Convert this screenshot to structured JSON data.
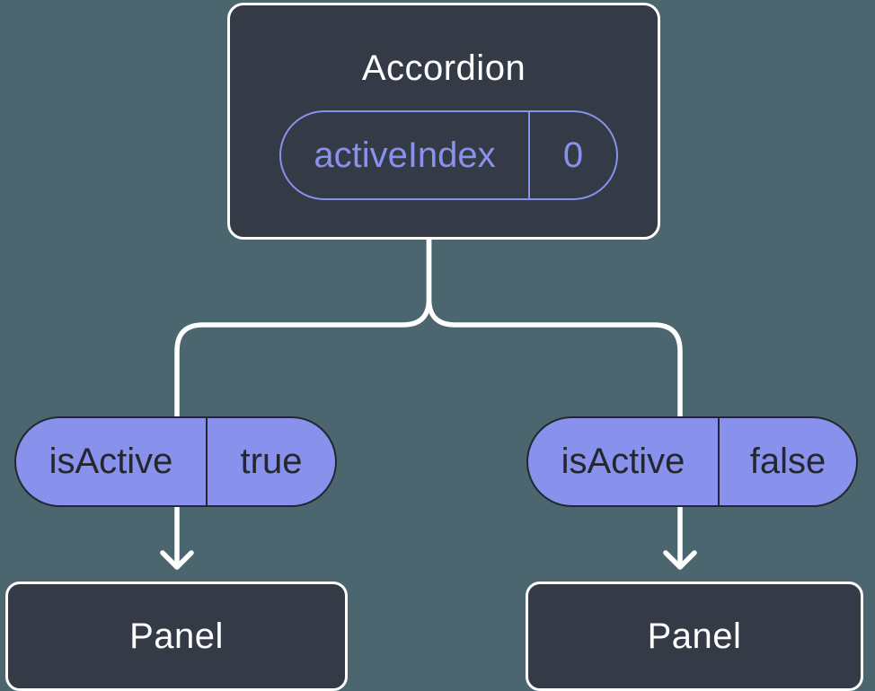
{
  "colors": {
    "background": "#4C6670",
    "node_fill": "#343A46",
    "node_border": "#FFFFFF",
    "purple": "#8891EC",
    "dark": "#23272F"
  },
  "tree": {
    "parent": {
      "title": "Accordion",
      "state_pill": {
        "label": "activeIndex",
        "value": "0"
      }
    },
    "edges": [
      {
        "prop_pill": {
          "label": "isActive",
          "value": "true"
        }
      },
      {
        "prop_pill": {
          "label": "isActive",
          "value": "false"
        }
      }
    ],
    "children": [
      {
        "title": "Panel"
      },
      {
        "title": "Panel"
      }
    ]
  }
}
